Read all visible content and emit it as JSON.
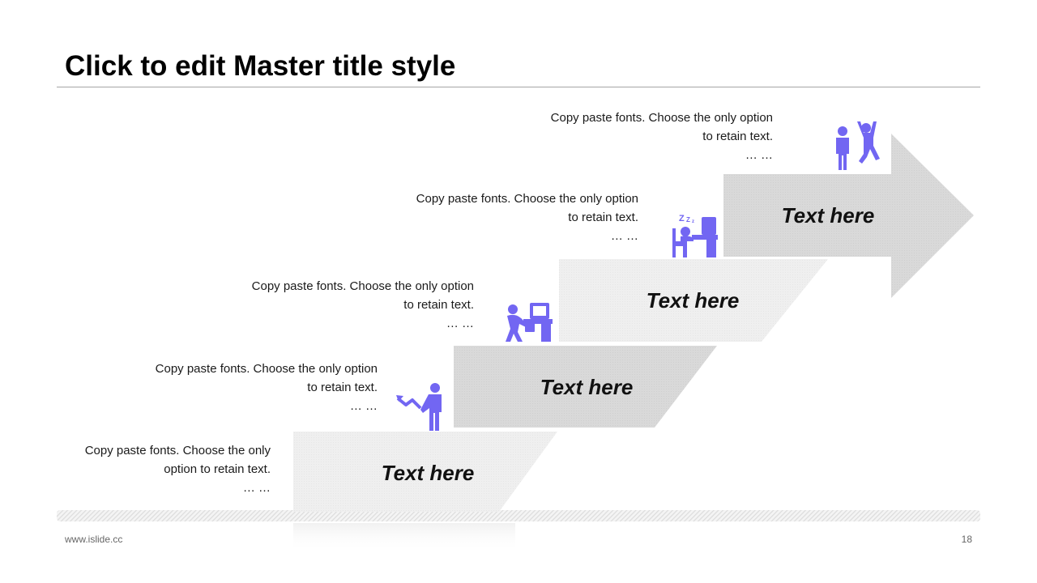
{
  "slide": {
    "title": "Click to edit Master title style",
    "footer_url": "www.islide.cc",
    "page_number": "18",
    "accent_color": "#7266f2"
  },
  "steps": [
    {
      "label": "Text here",
      "desc_lines": [
        "Copy paste fonts. Choose the only",
        "option to retain text.",
        "… …"
      ],
      "icon": "presenter-pointing-chart-icon"
    },
    {
      "label": "Text here",
      "desc_lines": [
        "Copy paste fonts. Choose the only option",
        "to retain text.",
        "… …"
      ],
      "icon": "presenter-pointing-chart-icon"
    },
    {
      "label": "Text here",
      "desc_lines": [
        "Copy paste fonts. Choose the only option",
        "to retain text.",
        "… …"
      ],
      "icon": "worker-at-computer-icon"
    },
    {
      "label": "Text here",
      "desc_lines": [
        "Copy paste fonts. Choose the only option",
        "to retain text.",
        "… …"
      ],
      "icon": "sleeping-at-desk-icon"
    },
    {
      "label": "Text here",
      "desc_lines": [
        "Copy paste fonts. Choose the only option",
        "to retain text.",
        "… …"
      ],
      "icon": "celebrating-people-icon"
    }
  ]
}
